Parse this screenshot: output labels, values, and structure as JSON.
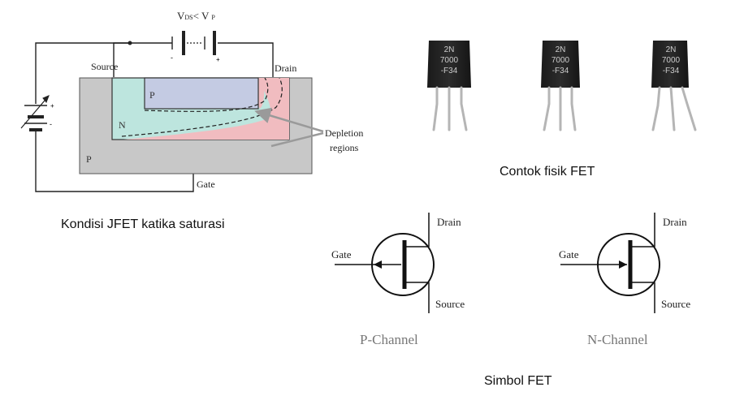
{
  "jfet": {
    "vds_main": "V",
    "vds_sub": "DS",
    "vds_op": "< V",
    "vds_sub2": "P",
    "source_label": "Source",
    "drain_label": "Drain",
    "gate_label": "Gate",
    "p_top": "P",
    "n_region": "N",
    "p_bottom": "P",
    "depletion_line1": "Depletion",
    "depletion_line2": "regions",
    "batt_plus": "+",
    "batt_minus": "-",
    "top_batt_minus": "-",
    "top_batt_plus": "+",
    "caption": "Kondisi JFET katika saturasi"
  },
  "physical": {
    "caption": "Contok fisik FET",
    "transistors": [
      {
        "line1": "2N",
        "line2": "7000",
        "line3": "-F34"
      },
      {
        "line1": "2N",
        "line2": "7000",
        "line3": "-F34"
      },
      {
        "line1": "2N",
        "line2": "7000",
        "line3": "-F34"
      }
    ]
  },
  "symbols": {
    "caption": "Simbol FET",
    "items": [
      {
        "name": "P-Channel",
        "gate": "Gate",
        "drain": "Drain",
        "source": "Source"
      },
      {
        "name": "N-Channel",
        "gate": "Gate",
        "drain": "Drain",
        "source": "Source"
      }
    ]
  }
}
